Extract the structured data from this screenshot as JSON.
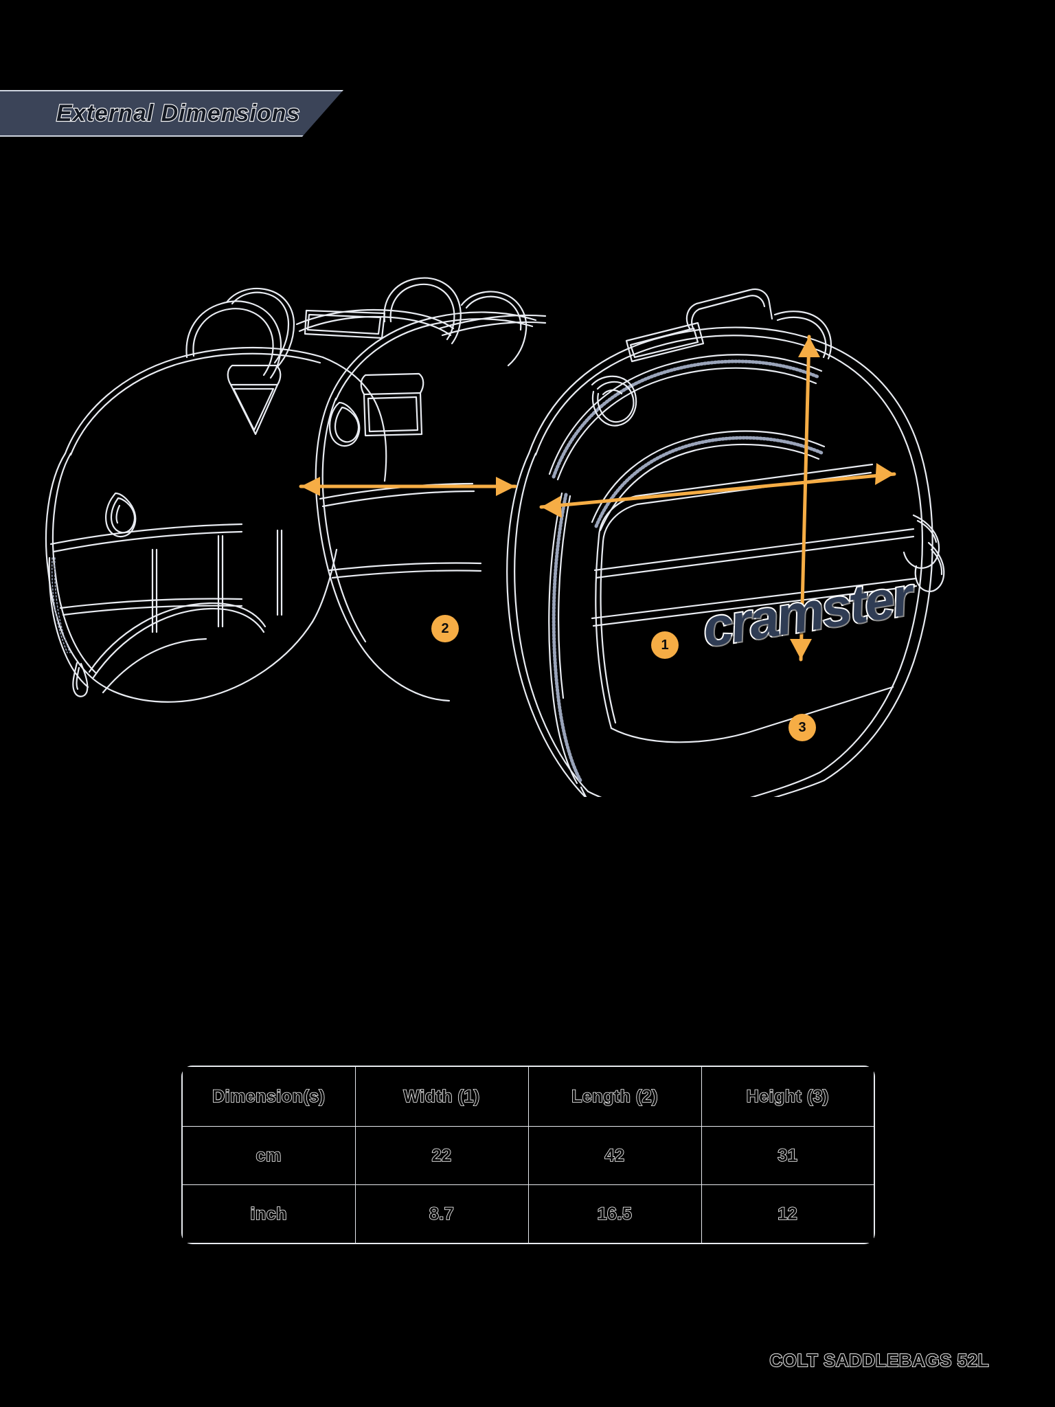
{
  "header": {
    "title": "External Dimensions"
  },
  "illustration": {
    "brand_logo": "cramster",
    "markers": [
      {
        "id": "1",
        "label": "1",
        "meaning": "Width"
      },
      {
        "id": "2",
        "label": "2",
        "meaning": "Length"
      },
      {
        "id": "3",
        "label": "3",
        "meaning": "Height"
      }
    ],
    "accent_color": "#f6ad45",
    "line_color": "#e9ecf2",
    "logo_color": "#2f3c54"
  },
  "table": {
    "headers": [
      "Dimension(s)",
      "Width (1)",
      "Length (2)",
      "Height (3)"
    ],
    "rows": [
      {
        "unit": "cm",
        "width": "22",
        "length": "42",
        "height": "31"
      },
      {
        "unit": "inch",
        "width": "8.7",
        "length": "16.5",
        "height": "12"
      }
    ]
  },
  "footer": {
    "product": "COLT SADDLEBAGS 52L"
  },
  "colors": {
    "background": "#000000",
    "banner": "#3b4458",
    "banner_border": "#cfd5e0",
    "accent_orange": "#f6ad45",
    "outline_white": "#ffffff"
  }
}
